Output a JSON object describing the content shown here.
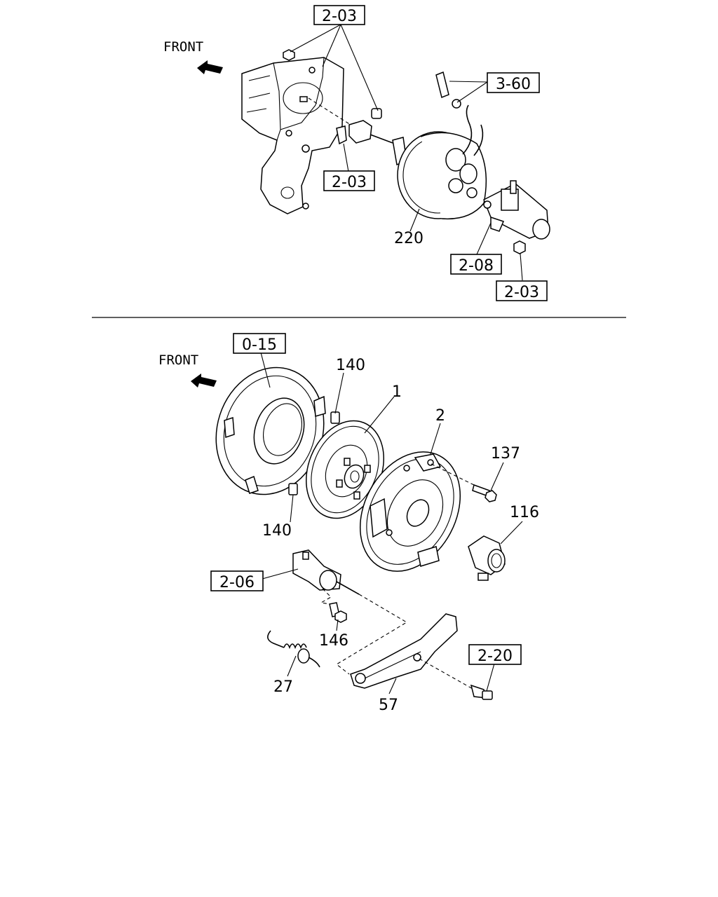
{
  "top": {
    "front_label": "FRONT",
    "refs": {
      "r_203_a": "2-03",
      "r_360": "3-60",
      "r_203_b": "2-03",
      "r_208": "2-08",
      "r_203_c": "2-03"
    },
    "numbers": {
      "n_220": "220"
    }
  },
  "bottom": {
    "front_label": "FRONT",
    "refs": {
      "r_015": "0-15",
      "r_206": "2-06",
      "r_220": "2-20"
    },
    "numbers": {
      "n_140_top": "140",
      "n_1": "1",
      "n_2": "2",
      "n_137": "137",
      "n_140_bot": "140",
      "n_116": "116",
      "n_146": "146",
      "n_27": "27",
      "n_57": "57"
    }
  }
}
